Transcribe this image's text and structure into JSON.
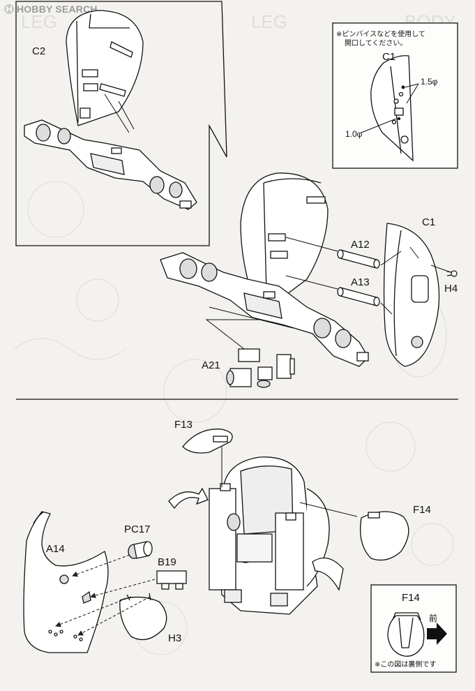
{
  "watermark": {
    "text": "HOBBY SEARCH",
    "icon": "hobbysearch-logo-icon"
  },
  "section_top": {
    "inset_left": {
      "part": "C2"
    },
    "inset_right": {
      "note_line1": "※ピンバイスなどを使用して",
      "note_line2": "開口してください。",
      "part": "C1",
      "drill_large": "1.5φ",
      "drill_small": "1.0φ"
    },
    "parts": {
      "a12": "A12",
      "a13": "A13",
      "a21": "A21",
      "c1": "C1",
      "h4": "H4"
    }
  },
  "section_bottom": {
    "parts": {
      "f13": "F13",
      "f14": "F14",
      "a14": "A14",
      "pc17": "PC17",
      "b19": "B19",
      "h3": "H3"
    },
    "inset": {
      "part": "F14",
      "front": "前",
      "note": "※この図は裏側です"
    }
  }
}
